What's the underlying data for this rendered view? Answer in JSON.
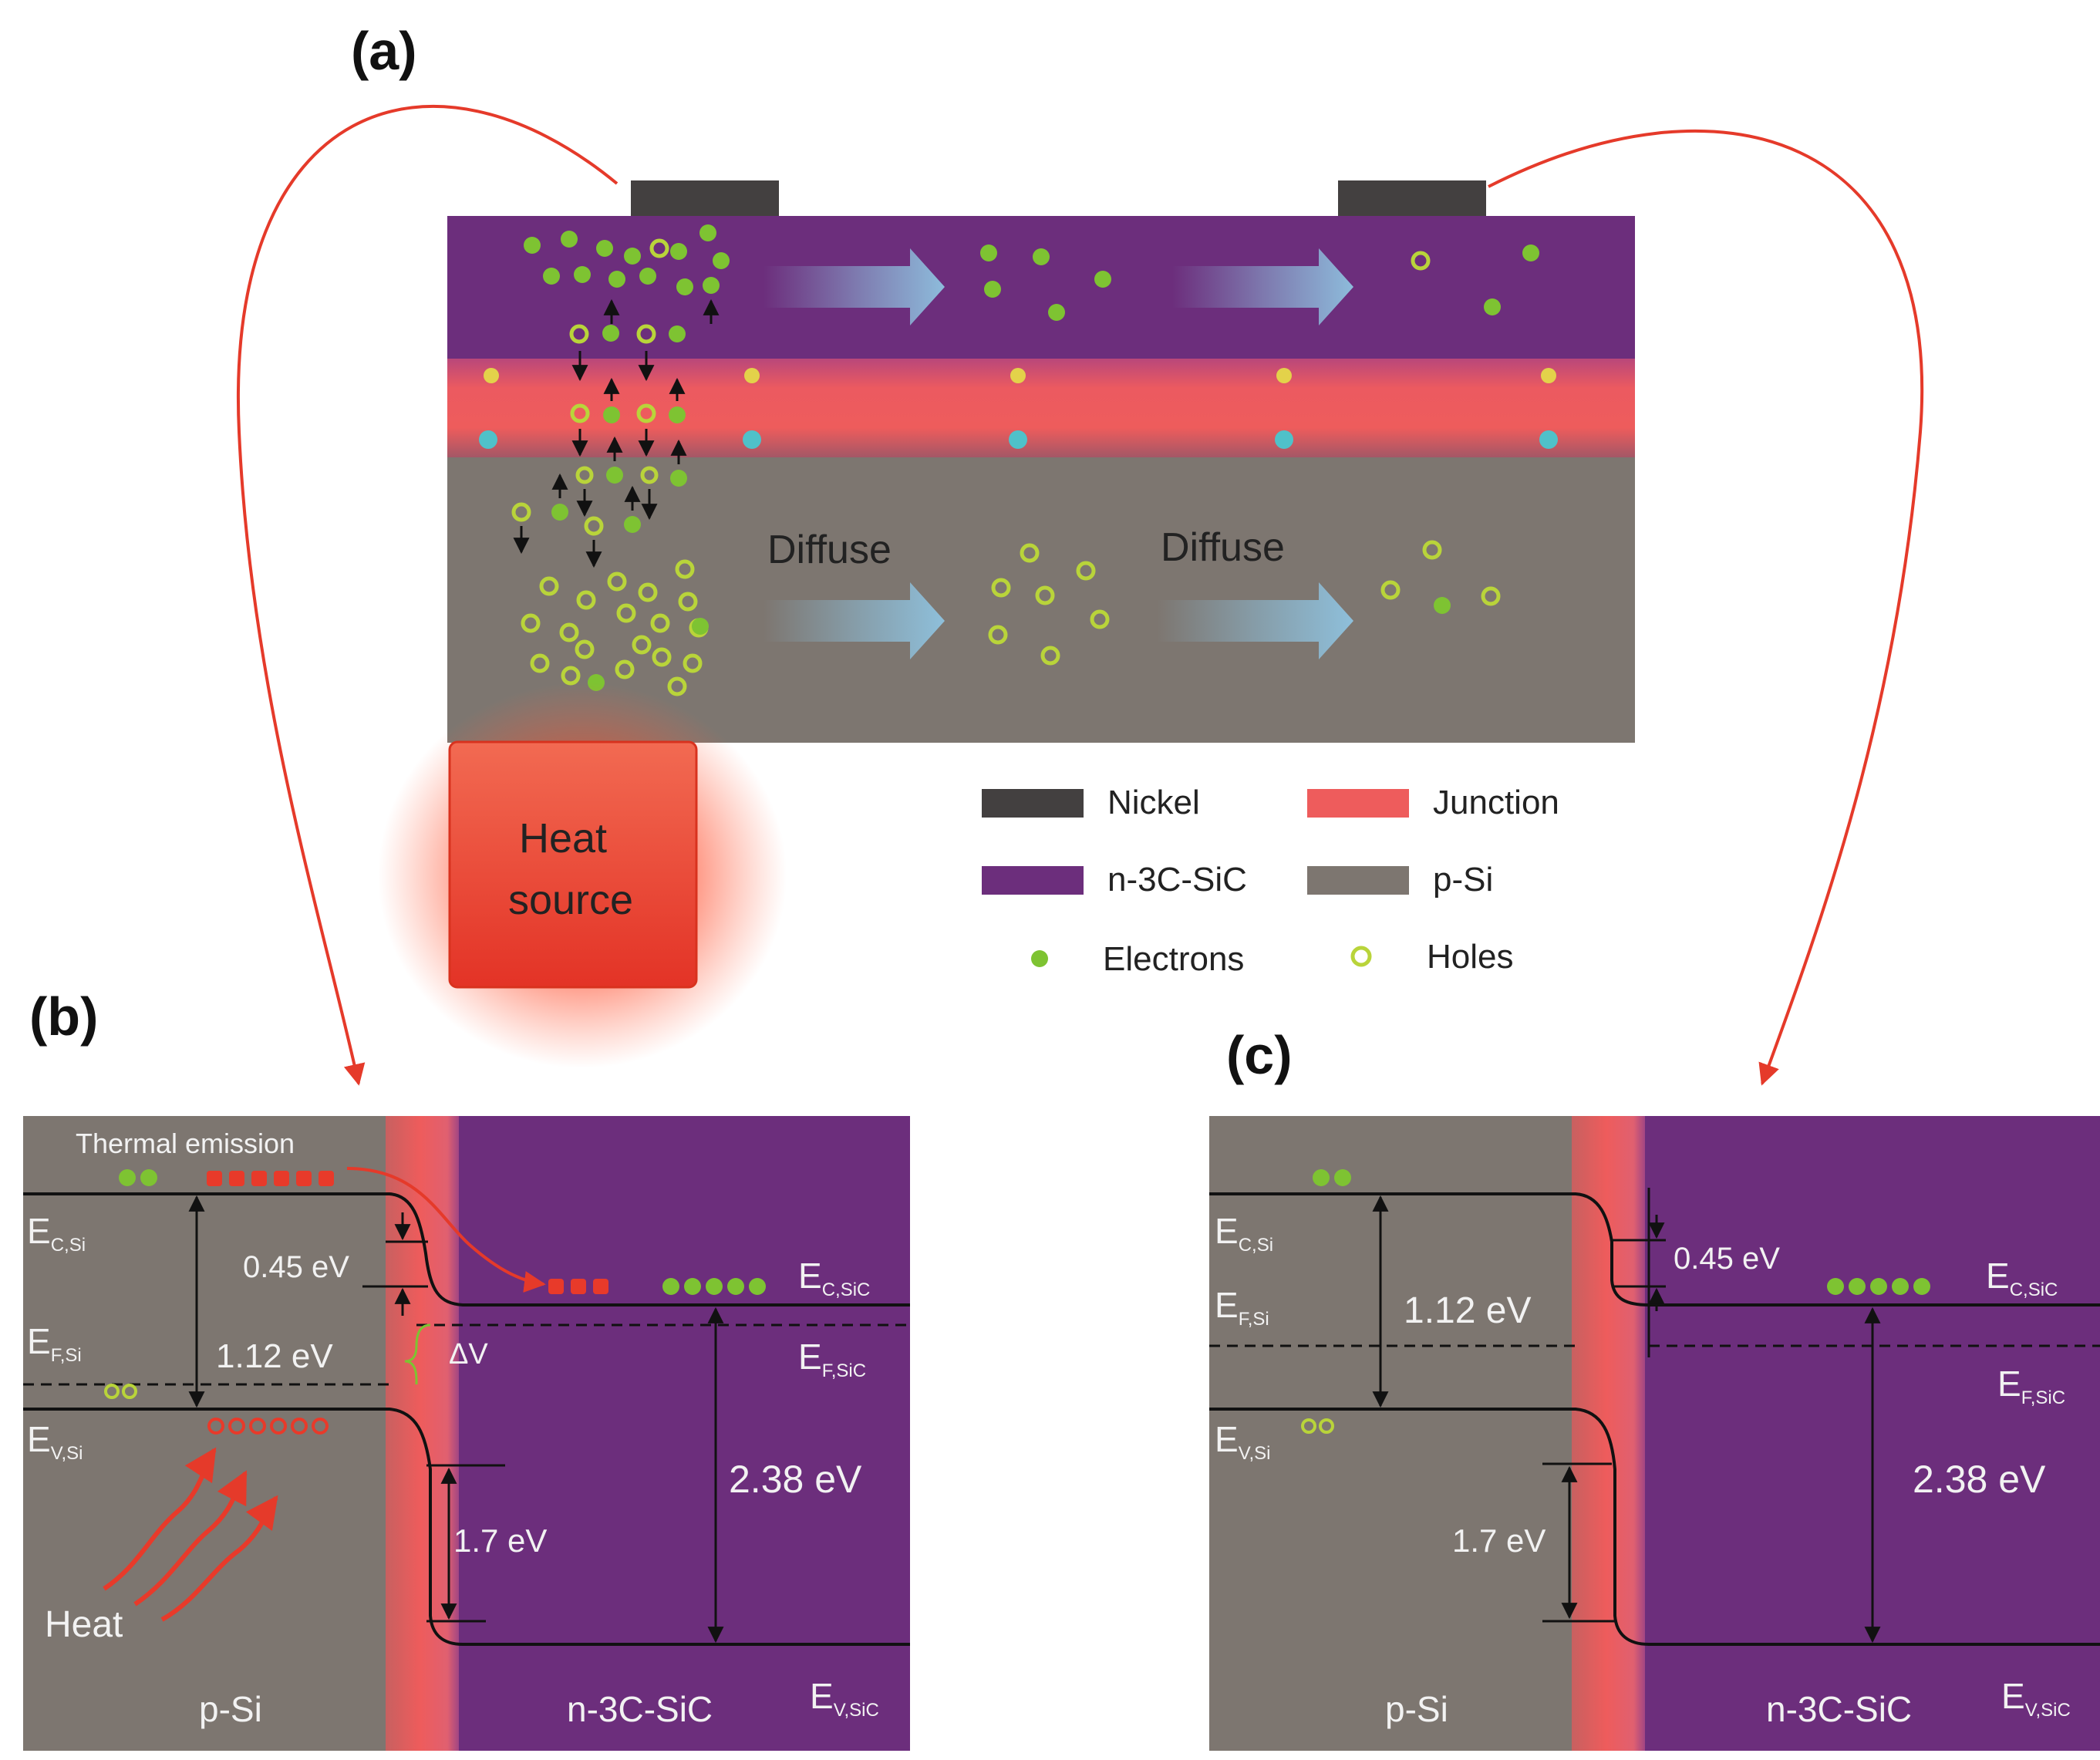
{
  "panels": {
    "a": {
      "label": "(a)",
      "diffuse_1": "Diffuse",
      "diffuse_2": "Diffuse",
      "heat_source_line1": "Heat",
      "heat_source_line2": "source"
    },
    "b": {
      "label": "(b)",
      "thermal_emission": "Thermal emission",
      "heat": "Heat",
      "gap_si": "1.12 eV",
      "offset": "0.45 eV",
      "delta_v": "ΔV",
      "gap_junction": "1.7 eV",
      "gap_sic": "2.38 eV",
      "left_material": "p-Si",
      "right_material": "n-3C-SiC"
    },
    "c": {
      "label": "(c)",
      "gap_si": "1.12 eV",
      "offset": "0.45 eV",
      "gap_junction": "1.7 eV",
      "gap_sic": "2.38 eV",
      "left_material": "p-Si",
      "right_material": "n-3C-SiC"
    }
  },
  "band_labels": {
    "ec_si": {
      "main": "E",
      "sub": "C,Si"
    },
    "ef_si": {
      "main": "E",
      "sub": "F,Si"
    },
    "ev_si": {
      "main": "E",
      "sub": "V,Si"
    },
    "ec_sic": {
      "main": "E",
      "sub": "C,SiC"
    },
    "ef_sic": {
      "main": "E",
      "sub": "F,SiC"
    },
    "ev_sic": {
      "main": "E",
      "sub": "V,SiC"
    }
  },
  "legend": {
    "nickel": "Nickel",
    "junction": "Junction",
    "n_sic": "n-3C-SiC",
    "p_si": "p-Si",
    "electrons": "Electrons",
    "holes": "Holes"
  },
  "colors": {
    "nickel": "#434040",
    "n_sic": "#6c2e7c",
    "junction": "#ee5c5c",
    "p_si": "#7d7670",
    "electron": "#7ec332",
    "hole": "#b9d43a",
    "heat": "#e83a2a",
    "arrow_red": "#e53a2a",
    "diffuse_arrow": "#8fc3e0"
  }
}
